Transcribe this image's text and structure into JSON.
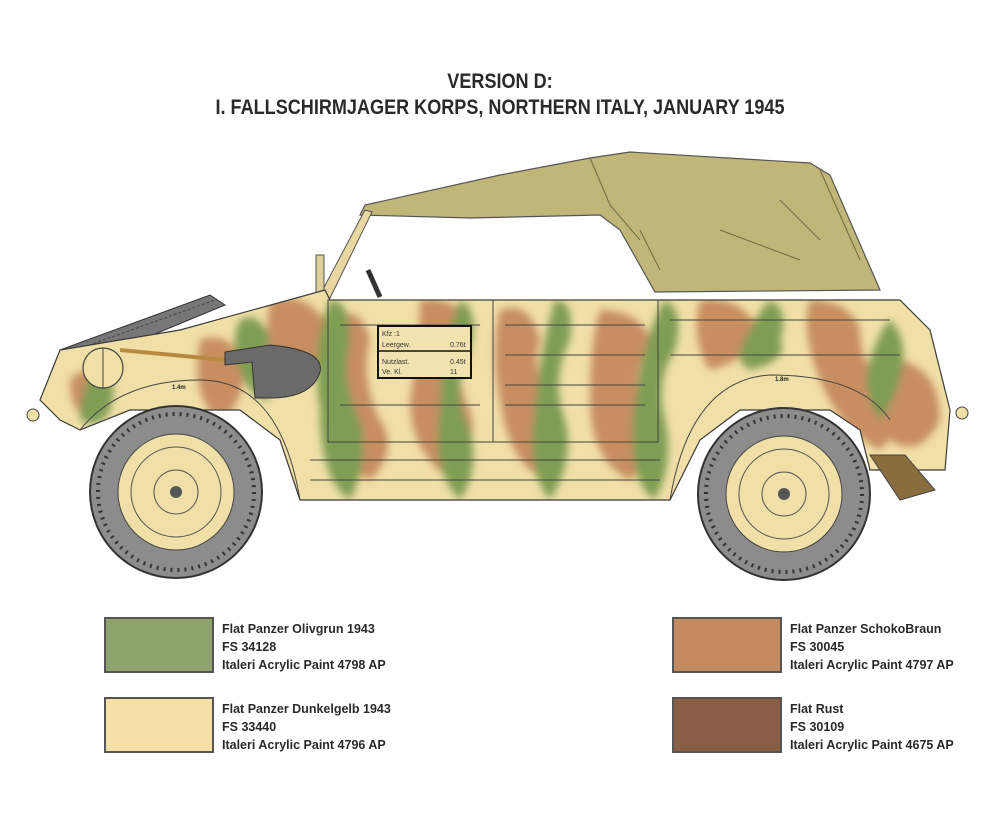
{
  "header": {
    "version": "VERSION D:",
    "unit": "I. FALLSCHIRMJAGER KORPS, NORTHERN ITALY, JANUARY 1945"
  },
  "vehicle": {
    "plate": {
      "line1_label": "Kfz :1",
      "line2_label": "Leergew.",
      "line2_value": "0.76t",
      "line3_label": "Nutzlast.",
      "line3_value": "0.45t",
      "line4_label": "Ve. Kl.",
      "line4_value": "11"
    },
    "front_tire_mark": "1.4m",
    "rear_tire_mark": "1.8m",
    "colors": {
      "base_yellow": "#f0dfa6",
      "green": "#7f9e52",
      "brown": "#c88e61",
      "canvas": "#bfb678",
      "tire": "#8c8c8c",
      "outline": "#3a3a3a"
    }
  },
  "legend": [
    {
      "name": "Flat Panzer Olivgrun 1943",
      "fs": "FS 34128",
      "paint": "Italeri Acrylic Paint 4798 AP",
      "color": "#8fa36c"
    },
    {
      "name": "Flat Panzer Dunkelgelb 1943",
      "fs": "FS 33440",
      "paint": "Italeri Acrylic Paint 4796 AP",
      "color": "#f6e0a6"
    },
    {
      "name": "Flat Panzer SchokoBraun",
      "fs": "FS  30045",
      "paint": "Italeri Acrylic Paint 4797 AP",
      "color": "#c48a5f"
    },
    {
      "name": "Flat Rust",
      "fs": "FS 30109",
      "paint": "Italeri Acrylic Paint 4675 AP",
      "color": "#8a5e45"
    }
  ]
}
